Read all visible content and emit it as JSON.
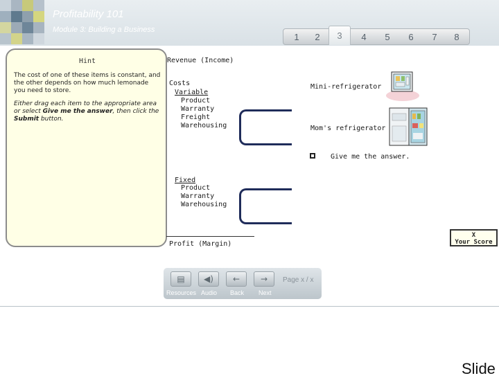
{
  "header": {
    "title": "Profitability 101",
    "subtitle": "Module 3: Building a Business",
    "tabs": [
      "1",
      "2",
      "3",
      "4",
      "5",
      "6",
      "7",
      "8"
    ],
    "active_tab": "3"
  },
  "hint": {
    "title": "Hint",
    "para1": "The cost of one of these items is constant, and the other depends on how much lemonade you need to store.",
    "para2_pre": "Either drag each item to the appropriate area or select ",
    "para2_bold1": "Give me the answer",
    "para2_mid": ", then click the ",
    "para2_bold2": "Submit",
    "para2_post": " button."
  },
  "diagram": {
    "revenue": "Revenue (Income)",
    "costs": "Costs",
    "variable": "Variable",
    "variable_items": [
      "Product",
      "Warranty",
      "Freight",
      "Warehousing"
    ],
    "fixed": "Fixed",
    "fixed_items": [
      "Product",
      "Warranty",
      "Warehousing"
    ],
    "profit": "Profit (Margin)"
  },
  "drag_items": {
    "mini_fridge": "Mini-refrigerator",
    "mom_fridge": "Mom's refrigerator"
  },
  "answer_checkbox_label": "Give me the answer.",
  "score": {
    "value": "X",
    "label": "Your Score"
  },
  "nav": {
    "resources": "Resources",
    "audio": "Audio",
    "back": "Back",
    "next": "Next",
    "page": "Page x / x"
  },
  "footer": "Slide",
  "colors": {
    "accent": "#1f2c5a",
    "hint_bg": "#ffffe6",
    "header_bg": "#dde4e9"
  }
}
